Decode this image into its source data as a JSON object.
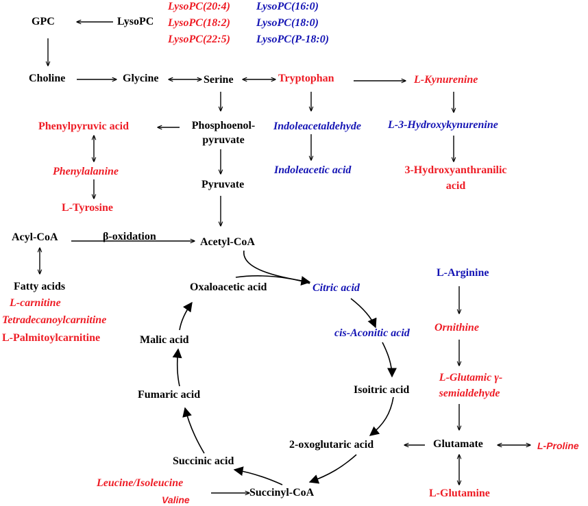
{
  "colors": {
    "black": "#000000",
    "red": "#ee1c25",
    "blue": "#1414b4"
  },
  "nodes": {
    "gpc": "GPC",
    "lysopc": "LysoPC",
    "lysopc_20_4": "LysoPC(20:4)",
    "lysopc_18_2": "LysoPC(18:2)",
    "lysopc_22_5": "LysoPC(22:5)",
    "lysopc_16_0": "LysoPC(16:0)",
    "lysopc_18_0": "LysoPC(18:0)",
    "lysopc_p18_0": "LysoPC(P-18:0)",
    "choline": "Choline",
    "glycine": "Glycine",
    "serine": "Serine",
    "tryptophan": "Tryptophan",
    "l_kynurenine": "L-Kynurenine",
    "phenylpyruvic_acid": "Phenylpyruvic acid",
    "phosphoenolpyruvate_1": "Phosphoenol-",
    "phosphoenolpyruvate_2": "pyruvate",
    "indoleacetaldehyde": "Indoleacetaldehyde",
    "l_3_hydroxykynurenine": "L-3-Hydroxykynurenine",
    "phenylalanine": "Phenylalanine",
    "indoleacetic_acid": "Indoleacetic acid",
    "hydroxyanthranilic_1": "3-Hydroxyanthranilic",
    "hydroxyanthranilic_2": "acid",
    "pyruvate": "Pyruvate",
    "l_tyrosine": "L-Tyrosine",
    "acyl_coa": "Acyl-CoA",
    "beta_oxidation": "β-oxidation",
    "acetyl_coa": "Acetyl-CoA",
    "l_arginine": "L-Arginine",
    "fatty_acids": "Fatty acids",
    "oxaloacetic_acid": "Oxaloacetic acid",
    "citric_acid": "Citric acid",
    "l_carnitine": "L-carnitine",
    "tetradecanoylcarnitine": "Tetradecanoylcarnitine",
    "ornithine": "Ornithine",
    "cis_aconitic_acid": "cis-Aconitic acid",
    "l_palmitoylcarnitine": "L-Palmitoylcarnitine",
    "malic_acid": "Malic acid",
    "l_glutamic_1": "L-Glutamic γ-",
    "l_glutamic_2": "semialdehyde",
    "isoitric_acid": "Isoitric acid",
    "fumaric_acid": "Fumaric acid",
    "oxoglutaric_acid": "2-oxoglutaric acid",
    "glutamate": "Glutamate",
    "l_proline": "L-Proline",
    "succinic_acid": "Succinic acid",
    "leucine_isoleucine": "Leucine/Isoleucine",
    "valine": "Valine",
    "succinyl_coa": "Succinyl-CoA",
    "l_glutamine": "L-Glutamine"
  }
}
